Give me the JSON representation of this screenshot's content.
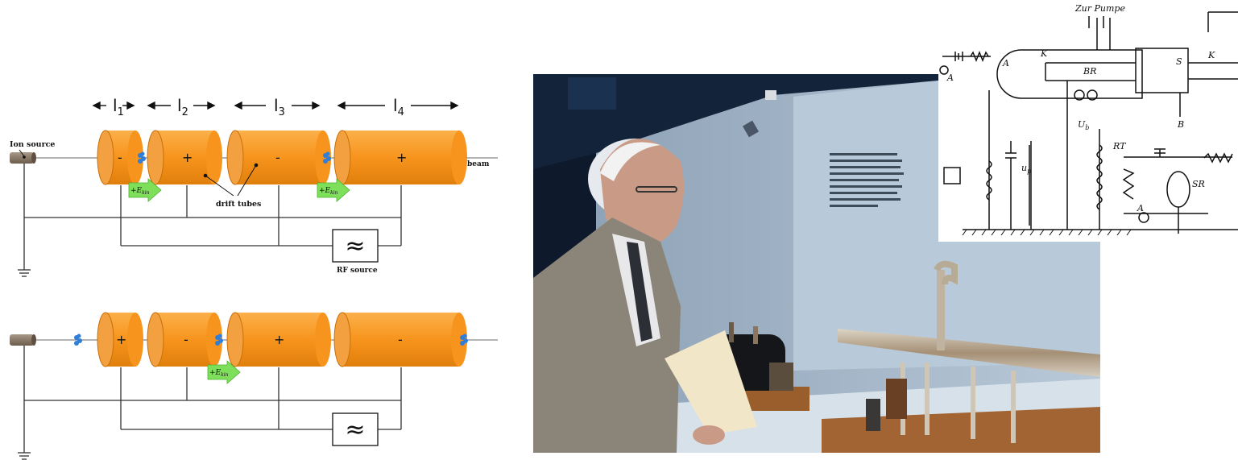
{
  "panels": {
    "top": {
      "ion_source_label": "Ion source",
      "gap_labels": [
        "l",
        "l",
        "l",
        "l"
      ],
      "gap_subscripts": [
        "1",
        "2",
        "3",
        "4"
      ],
      "tube_signs": [
        "-",
        "+",
        "-",
        "+"
      ],
      "beam_label": "beam",
      "drift_tubes_label": "drift tubes",
      "ekin_labels": [
        "+E",
        "+E"
      ],
      "ekin_sub": "kin",
      "rf_symbol": "≈",
      "rf_label": "RF source"
    },
    "bottom": {
      "tube_signs": [
        "+",
        "-",
        "+",
        "-"
      ],
      "ekin_labels": [
        "+E"
      ],
      "ekin_sub": "kin",
      "rf_symbol": "≈"
    }
  },
  "photo": {
    "description_hidden": ""
  },
  "schematic": {
    "labels": {
      "zur_pumpe": "Zur Pumpe",
      "A": "A",
      "K": "K",
      "BR": "BR",
      "S": "S",
      "K2": "K",
      "B": "B",
      "up": "u",
      "up_sub": "p",
      "Ub": "U",
      "Ub_sub": "b",
      "RT": "RT",
      "SR": "SR",
      "A2": "A",
      "A3": "A"
    }
  },
  "colors": {
    "tube": "#f7941d",
    "tube_dark": "#c96f06",
    "arrow_green": "#7ee05a",
    "ion_blue": "#2f7fd8",
    "source_gray": "#8a7a6a"
  }
}
